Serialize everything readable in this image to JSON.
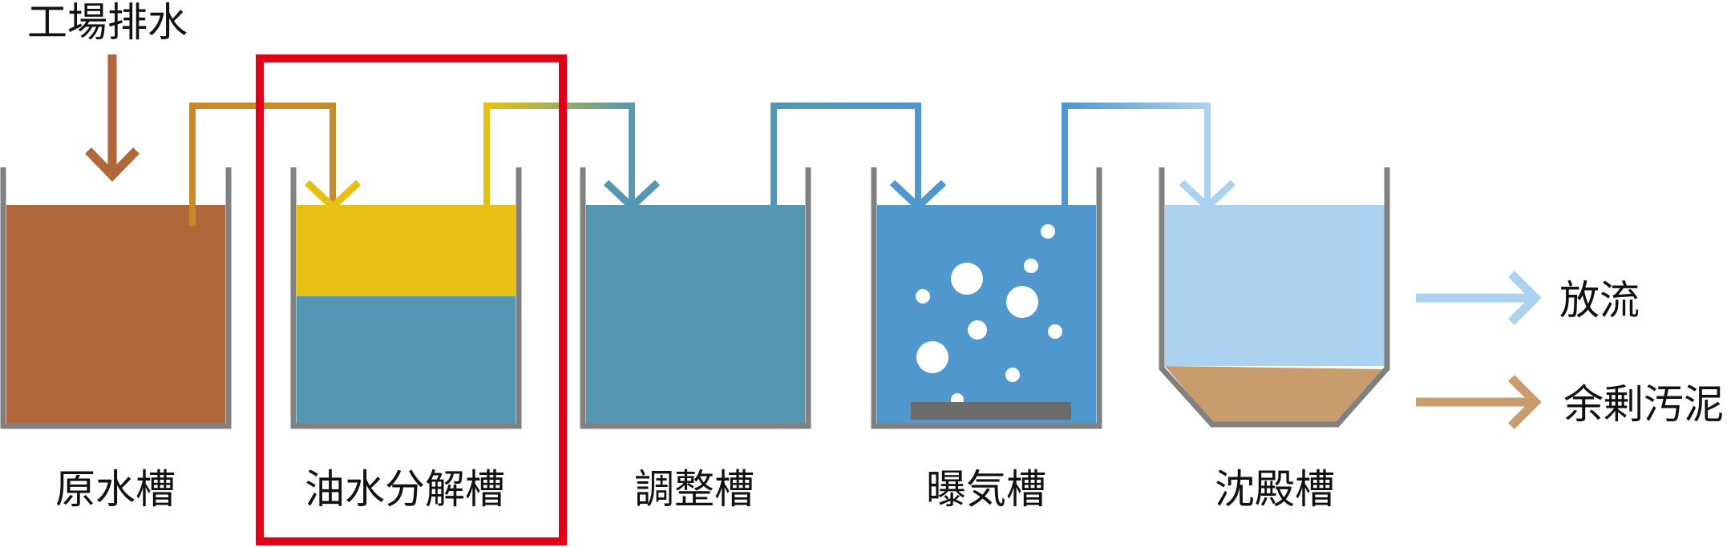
{
  "diagram": {
    "input_label": "工場排水",
    "tanks": [
      {
        "label": "原水槽"
      },
      {
        "label": "油水分解槽",
        "highlighted": true
      },
      {
        "label": "調整槽"
      },
      {
        "label": "曝気槽"
      },
      {
        "label": "沈殿槽"
      }
    ],
    "outputs": [
      {
        "label": "放流"
      },
      {
        "label": "余剰汚泥"
      }
    ],
    "colors": {
      "raw_water": "#b0683a",
      "oil_layer": "#e6c114",
      "treated_water": "#5597b2",
      "aeration_water": "#4f97cc",
      "clear_water": "#acd2f1",
      "sludge": "#c99c6e",
      "tank_wall": "#808080",
      "highlight": "#e00018",
      "bubble": "#ffffff",
      "diffuser": "#6b6b6b"
    }
  }
}
